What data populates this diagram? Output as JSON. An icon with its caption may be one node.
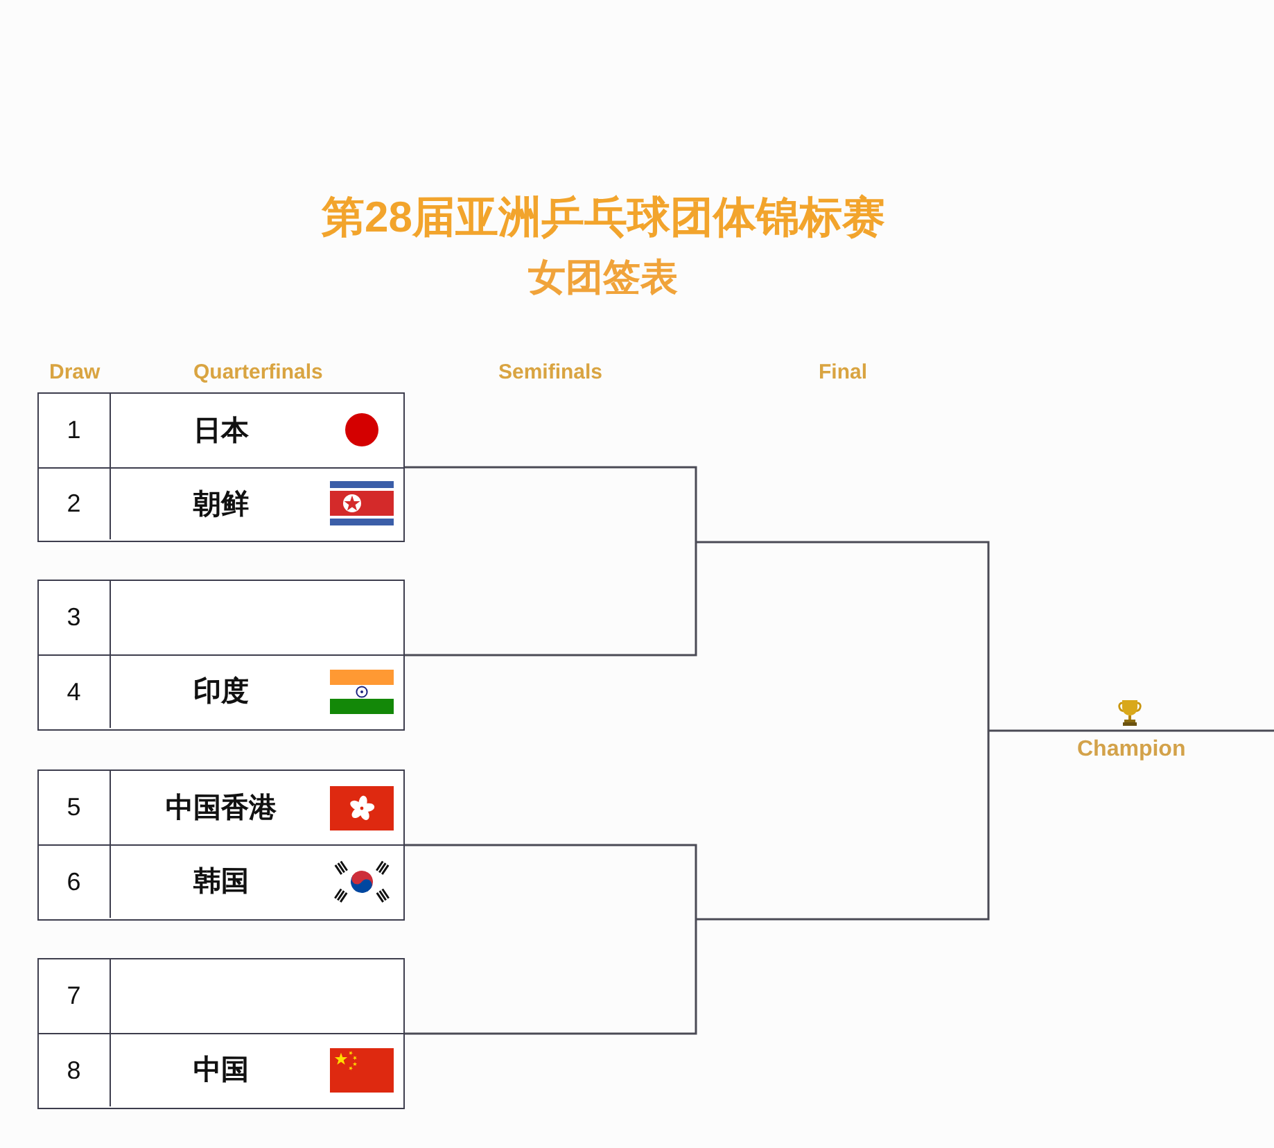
{
  "diagram": {
    "title": "第28届亚洲乒乓球团体锦标赛",
    "nodes": [
      {
        "text": [],
        "shape": "box"
      },
      {
        "text": [
          "1",
          "日本"
        ],
        "in": 0
      },
      {
        "text": [
          "2",
          "朝鲜"
        ],
        "in": 0
      },
      {
        "text": [],
        "shape": "box"
      },
      {
        "text": [
          "3"
        ],
        "in": 3
      },
      {
        "text": [
          "4",
          "印度"
        ],
        "in": 3
      },
      {
        "text": [],
        "shape": "box"
      },
      {
        "text": [
          "5",
          "中国香港"
        ],
        "in": 6
      },
      {
        "text": [
          "6",
          "韩国"
        ],
        "in": 6
      },
      {
        "text": [],
        "shape": "box"
      },
      {
        "text": [
          "7"
        ],
        "in": 9
      },
      {
        "text": [
          "8",
          "中国"
        ],
        "in": 9
      }
    ],
    "edges": [
      {
        "from": 0,
        "to": 3,
        "arrow": "none"
      },
      {
        "from": 6,
        "to": 9,
        "arrow": "none"
      }
    ],
    "labels": [
      "女团签表",
      "Draw",
      "Quarterfinals",
      "Semifinals",
      "Final",
      "Champion"
    ]
  }
}
